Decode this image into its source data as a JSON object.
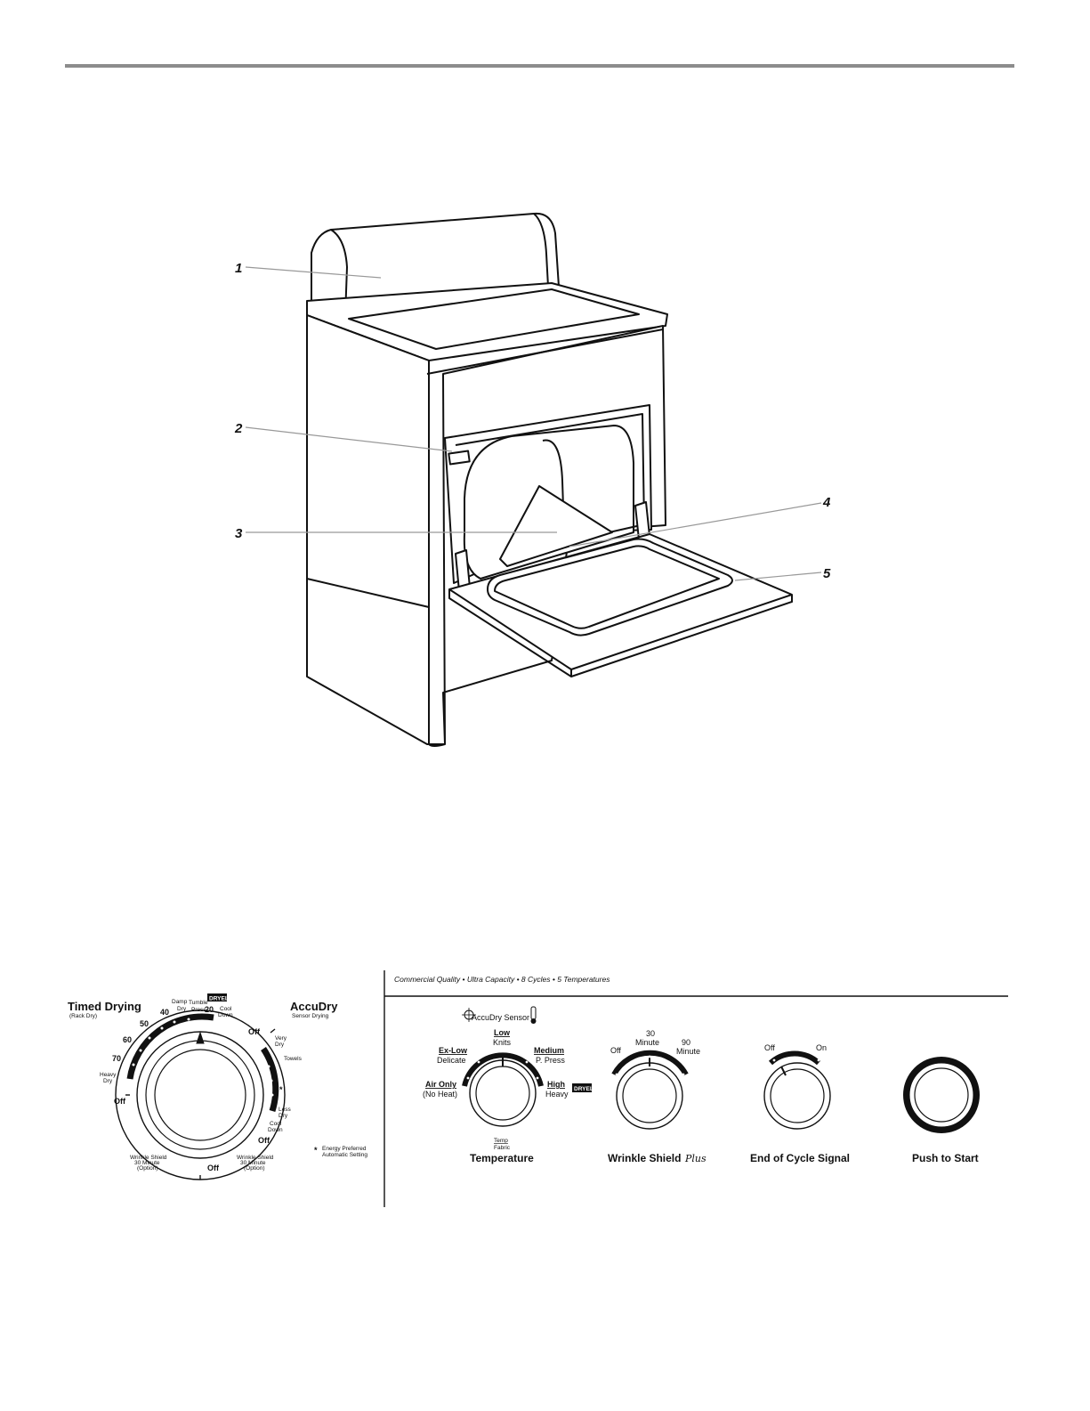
{
  "dryer_callouts": [
    "1",
    "2",
    "3",
    "4",
    "5"
  ],
  "timed_dial": {
    "heading_left": "Timed Drying",
    "sub_left": "(Rack Dry)",
    "heading_right": "AccuDry",
    "sub_right": "Sensor Drying",
    "numbers": [
      "20",
      "40",
      "50",
      "60",
      "70"
    ],
    "damp_dry": [
      "Damp",
      "Dry"
    ],
    "tumble_press": [
      "Tumble",
      "Press"
    ],
    "dryel_logo": "DRYEL",
    "cool_down_top": [
      "Cool",
      "Down"
    ],
    "off_labels": [
      "Off",
      "Off",
      "Off",
      "Off"
    ],
    "very_dry": [
      "Very",
      "Dry"
    ],
    "towels": "Towels",
    "heavy_dry": [
      "Heavy",
      "Dry"
    ],
    "less_dry": [
      "Less",
      "Dry"
    ],
    "cool_down_right": [
      "Cool",
      "Down"
    ],
    "wrinkle_left": [
      "Wrinkle Shield",
      "30 Minute",
      "(Option)"
    ],
    "wrinkle_right": [
      "Wrinkle Shield",
      "30 Minute",
      "(Option)"
    ],
    "asterisk": "*",
    "energy_note": [
      "Energy Preferred",
      "Automatic Setting"
    ]
  },
  "panel": {
    "tagline": "Commercial Quality • Ultra Capacity • 8 Cycles • 5 Temperatures",
    "accudry_sensor": "AccuDry Sensor",
    "temperature": {
      "label": "Temperature",
      "low": "Low",
      "knits": "Knits",
      "ex_low": "Ex-Low",
      "delicate": "Delicate",
      "medium": "Medium",
      "p_press": "P. Press",
      "air_only": "Air Only",
      "no_heat": "(No Heat)",
      "high": "High",
      "heavy": "Heavy",
      "dryel_logo": "DRYEL",
      "temp": "Temp",
      "fabric": "Fabric"
    },
    "wrinkle_shield": {
      "label": "Wrinkle Shield",
      "plus": "Plus",
      "off": "Off",
      "thirty": [
        "30",
        "Minute"
      ],
      "ninety": [
        "90",
        "Minute"
      ]
    },
    "end_of_cycle": {
      "label": "End of Cycle Signal",
      "off": "Off",
      "on": "On"
    },
    "push_to_start": {
      "label": "Push to Start"
    }
  }
}
